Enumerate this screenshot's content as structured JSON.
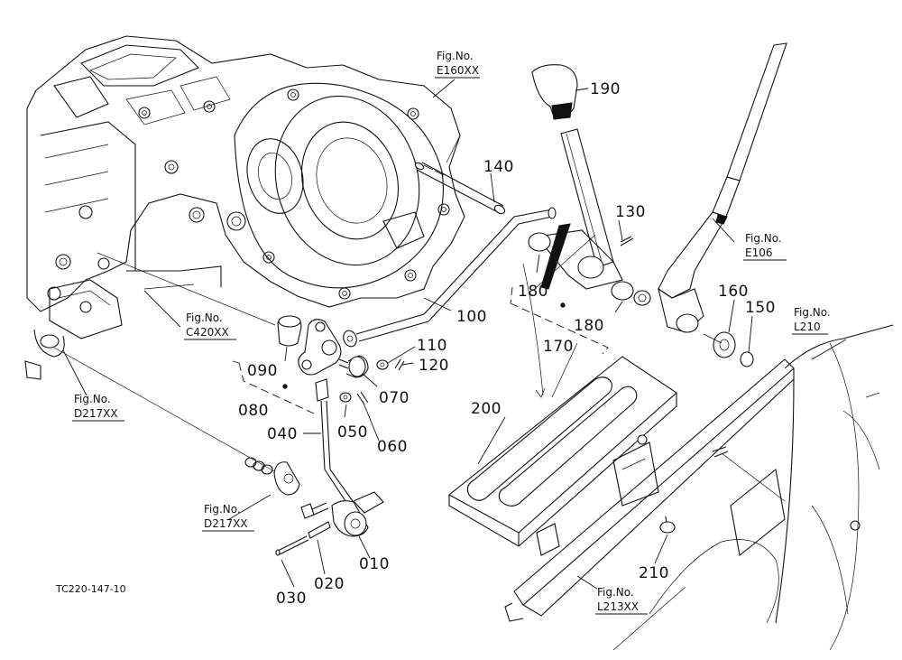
{
  "drawing_code": "TC220-147-10",
  "part_numbers": {
    "p190": "190",
    "p140": "140",
    "p130": "130",
    "p180a": "180",
    "p180b": "180",
    "p170": "170",
    "p100": "100",
    "p160": "160",
    "p150": "150",
    "p110": "110",
    "p120": "120",
    "p090": "090",
    "p080": "080",
    "p070": "070",
    "p040": "040",
    "p050": "050",
    "p060": "060",
    "p200": "200",
    "p210": "210",
    "p010": "010",
    "p020": "020",
    "p030": "030"
  },
  "fig_refs": {
    "e160": {
      "label": "Fig.No.",
      "code": "E160XX"
    },
    "e106": {
      "label": "Fig.No.",
      "code": "E106"
    },
    "l210": {
      "label": "Fig.No.",
      "code": "L210"
    },
    "c420": {
      "label": "Fig.No.",
      "code": "C420XX"
    },
    "d217a": {
      "label": "Fig.No.",
      "code": "D217XX"
    },
    "d217b": {
      "label": "Fig.No.",
      "code": "D217XX"
    },
    "l213": {
      "label": "Fig.No.",
      "code": "L213XX"
    }
  },
  "colors": {
    "ink": "#111111",
    "paper": "#ffffff"
  }
}
